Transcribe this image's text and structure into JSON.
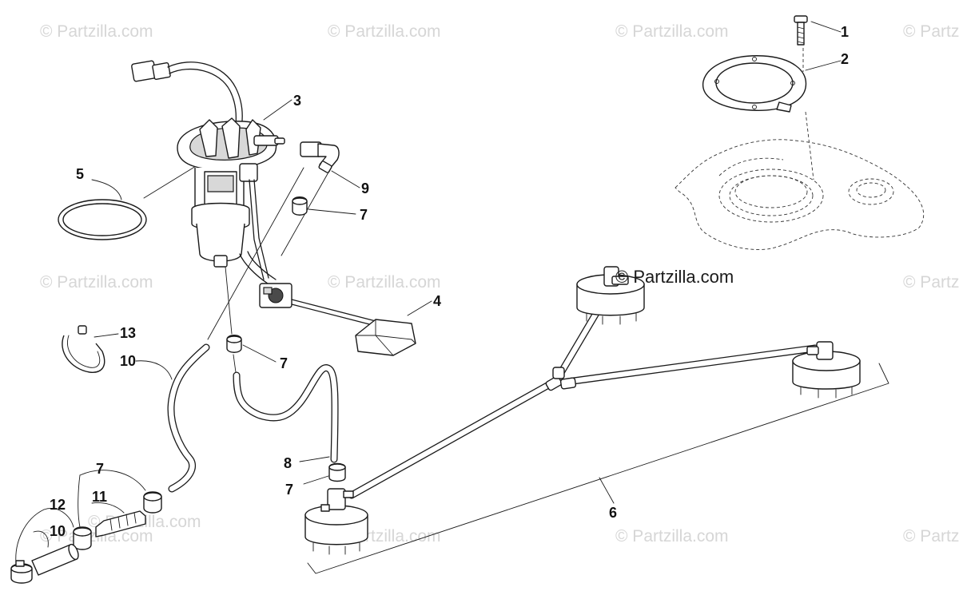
{
  "watermark": {
    "text": "© Partzilla.com",
    "prominent_text": "© Partzilla.com"
  },
  "callouts": {
    "c1": "1",
    "c2": "2",
    "c3": "3",
    "c4": "4",
    "c5": "5",
    "c6": "6",
    "c7a": "7",
    "c7b": "7",
    "c7c": "7",
    "c7d": "7",
    "c8": "8",
    "c9": "9",
    "c10a": "10",
    "c10b": "10",
    "c11": "11",
    "c12": "12",
    "c13": "13"
  },
  "colors": {
    "line": "#1a1a1a",
    "watermark": "#d6d6d6",
    "background": "#ffffff"
  }
}
